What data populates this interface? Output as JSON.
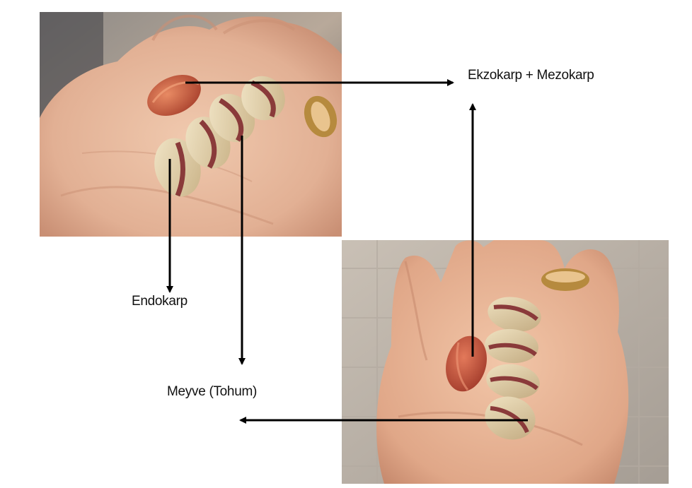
{
  "labels": {
    "exocarp_mesocarp": "Ekzokarp + Mezokarp",
    "endocarp": "Endokarp",
    "fruit_seed": "Meyve (Tohum)"
  },
  "colors": {
    "background": "#ffffff",
    "arrow": "#000000",
    "skin": "#e2b49a",
    "skin_shadow": "#c98f74",
    "shell": "#e6d6b3",
    "hull_red": "#c4553d",
    "kernel": "#8a3a3a",
    "ring_gold": "#c7a25a",
    "floor_tile": "#cfc7bd"
  },
  "photos": {
    "top": "hand holding a red hulled pistachio and four split shelled pistachios, gold ring",
    "bottom": "hand holding four open shelled pistachios and one red hulled pistachio, gold ring, tiled floor"
  }
}
